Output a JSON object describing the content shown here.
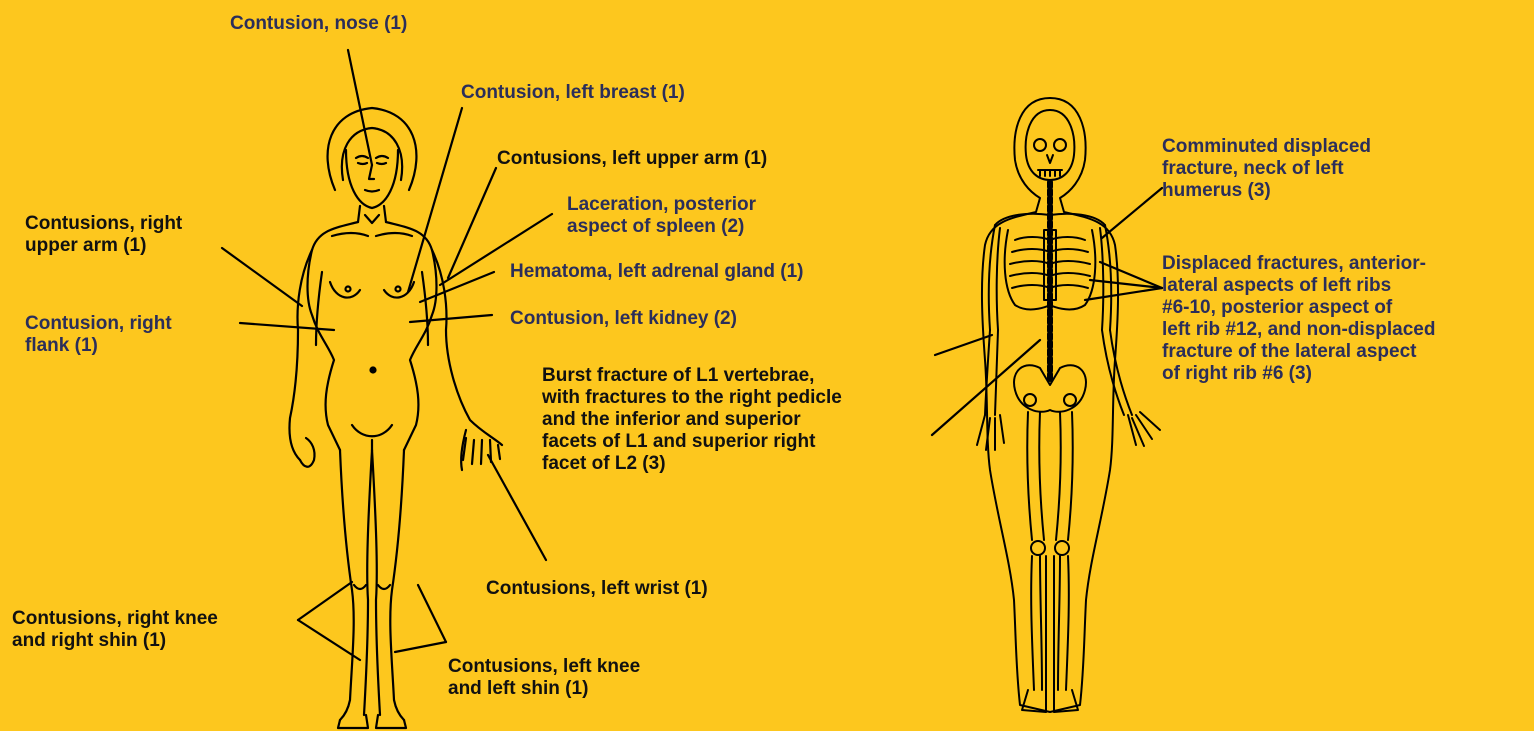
{
  "colors": {
    "background": "#FDC71E",
    "figure_stroke": "#000000",
    "label_dark": "#111111",
    "label_navy": "#2b2e5a"
  },
  "figures": [
    {
      "id": "body-front",
      "icon": "female-body-front-outline-icon"
    },
    {
      "id": "skeleton",
      "icon": "skeleton-front-outline-icon"
    }
  ],
  "labels": {
    "nose": "Contusion, nose (1)",
    "left_breast": "Contusion, left breast (1)",
    "left_upper_arm": "Contusions, left upper arm (1)",
    "right_upper_arm": "Contusions, right\nupper arm (1)",
    "spleen": "Laceration, posterior\naspect of spleen (2)",
    "adrenal": "Hematoma, left adrenal gland (1)",
    "right_flank": "Contusion, right\nflank (1)",
    "left_kidney": "Contusion, left kidney (2)",
    "l1_fracture": "Burst fracture of L1 vertebrae,\nwith fractures to the right pedicle\nand the inferior and superior\nfacets of L1 and superior right\nfacet of L2 (3)",
    "left_wrist": "Contusions, left wrist (1)",
    "right_knee": "Contusions, right knee\nand right shin (1)",
    "left_knee": "Contusions, left knee\nand left shin (1)",
    "humerus": "Comminuted displaced\nfracture, neck of left\nhumerus (3)",
    "ribs": "Displaced fractures, anterior-\nlateral aspects of left ribs\n#6-10, posterior aspect of\nleft rib #12, and non-displaced\nfracture of the lateral aspect\nof right rib #6 (3)"
  }
}
